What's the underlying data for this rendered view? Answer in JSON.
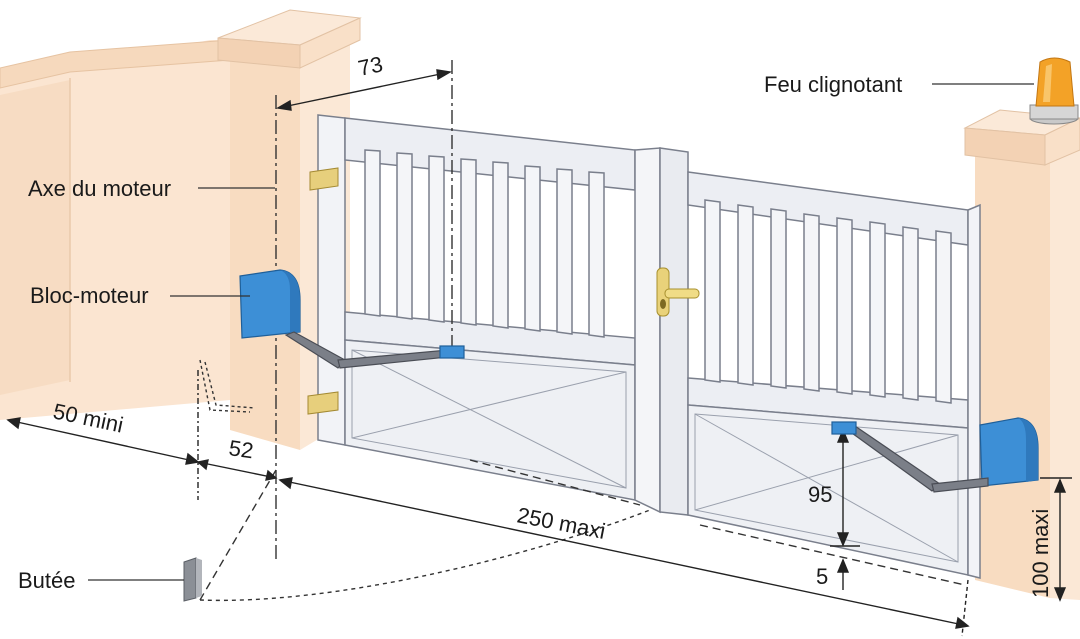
{
  "labels": {
    "motor_axis": "Axe du moteur",
    "motor_block": "Bloc-moteur",
    "stop": "Butée",
    "flashing_light": "Feu clignotant"
  },
  "dimensions": {
    "d73": "73",
    "d50": "50 mini",
    "d52": "52",
    "d250": "250 maxi",
    "d95": "95",
    "d5": "5",
    "d100": "100 maxi"
  },
  "colors": {
    "wall": "#fbe3cd",
    "wall_shade": "#f2cfb2",
    "gate": "#eef0f5",
    "gate_edge": "#7a7f8c",
    "motor": "#3d8fd6",
    "lamp": "#f3a227"
  }
}
